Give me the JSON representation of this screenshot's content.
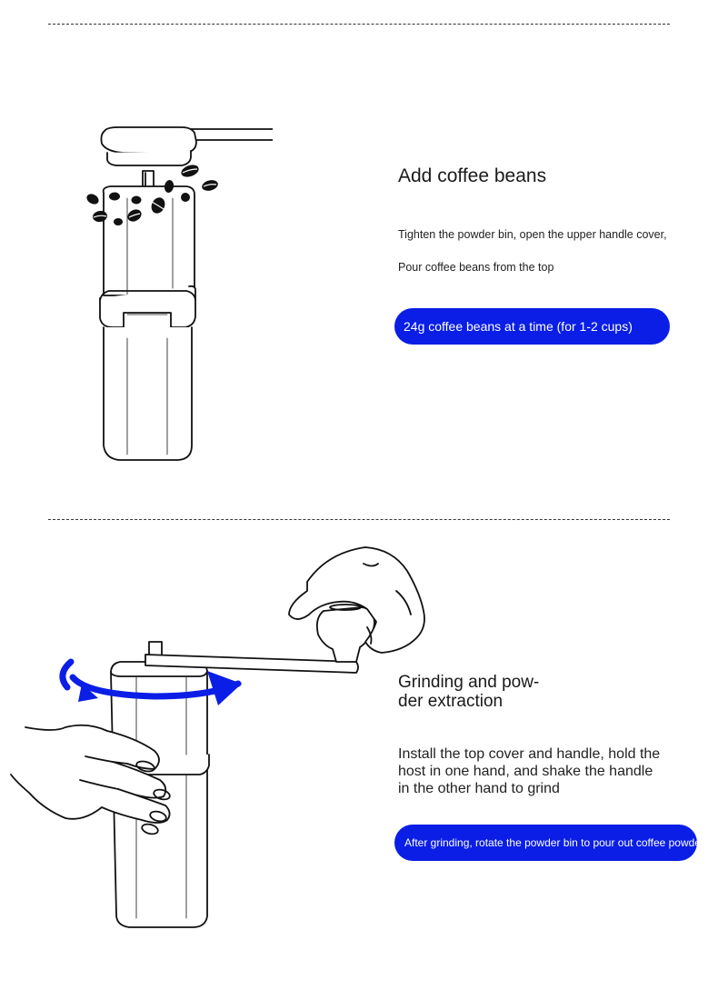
{
  "step1": {
    "title": "Add coffee beans",
    "desc1": "Tighten the powder bin, open the upper handle cover,",
    "desc2": "Pour coffee beans from the top",
    "badge": "24g coffee beans at a time (for 1-2 cups)"
  },
  "step2": {
    "title_line1": "Grinding and pow-",
    "title_line2": "der extraction",
    "desc": "Install the top cover and handle, hold the host in one hand, and shake the handle in the other hand to grind",
    "badge": "After grinding, rotate the powder bin to pour out coffee powder"
  },
  "colors": {
    "accent": "#0a1ee6",
    "line": "#111111"
  },
  "icons": {
    "step1_illustration": "coffee-grinder-with-beans",
    "step2_illustration": "hand-turning-grinder-handle",
    "rotation_arrow": "rotate-arrow-icon"
  }
}
